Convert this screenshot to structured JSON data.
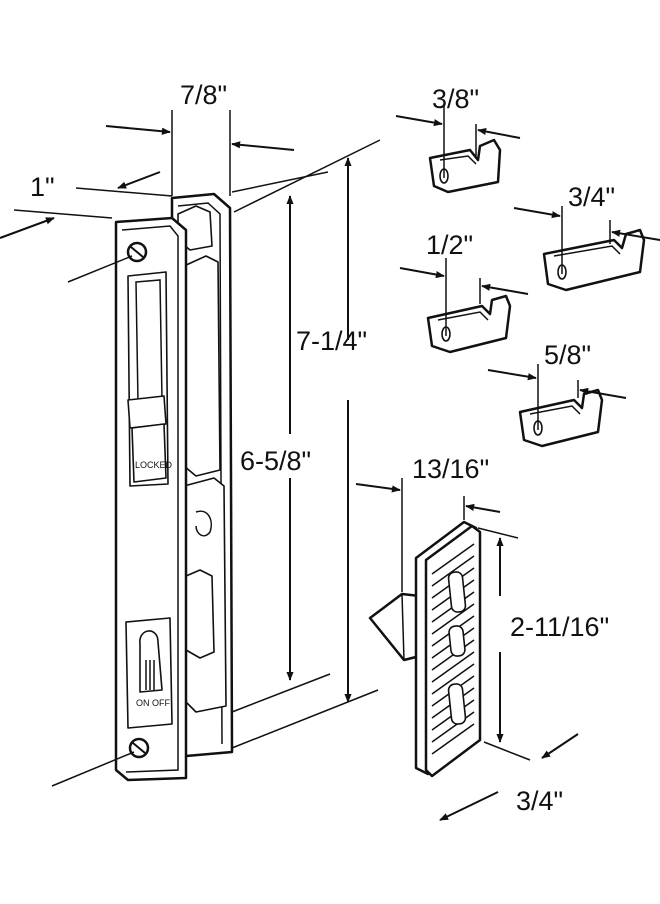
{
  "labels": {
    "handle_width": "7/8\"",
    "handle_depth": "1\"",
    "overall_height": "7-1/4\"",
    "hole_spacing": "6-5/8\"",
    "locked": "LOCKED",
    "on_off": "ON   OFF",
    "hook_1": "3/8\"",
    "hook_2": "3/4\"",
    "hook_3": "1/2\"",
    "hook_4": "5/8\"",
    "keeper_depth": "13/16\"",
    "keeper_height": "2-11/16\"",
    "keeper_width": "3/4\""
  },
  "icons": [
    "arrow-icon",
    "screw-icon"
  ],
  "colors": {
    "line": "#111111",
    "background": "#ffffff"
  }
}
